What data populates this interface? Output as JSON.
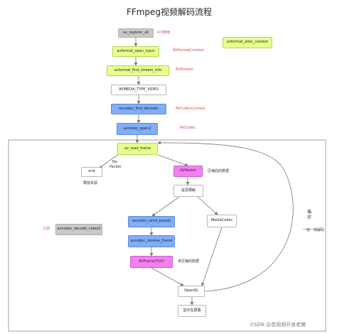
{
  "title": "FFmpeg视频解码流程",
  "nodes": {
    "register": "av_register_all",
    "alloc_context": "avformat_alloc_context",
    "open_input": "avformat_open_input",
    "find_stream_info": "avformat_find_stream_info",
    "media_type": "AVMEDIA_TYPE_VIDEO",
    "find_decoder": "avcodec_find_decoder",
    "open2": "avcodec_open2",
    "read_frame": "av_read_frame",
    "end": "end",
    "avpacket": "AVPacket",
    "hard_decode": "是否硬解",
    "decode_video2": "avcodec_decode_video2",
    "send_packet": "avcodec_send_packet",
    "receive_frame": "avcodec_receive_frame",
    "avframe": "AVFrame(YUV)",
    "mediacodec": "MediaCodec",
    "opengl": "OpenGL",
    "display": "显示在屏幕"
  },
  "annotations": {
    "deprecated": "4.0弃用",
    "avformatcontext": "AVFormatContext",
    "avstream": "AVStream",
    "avcodeccontext": "AVCodecContext",
    "avcodec": "AVCodec",
    "no_packet_line1": "No",
    "no_packet_line2": "Packet",
    "release": "释放资源",
    "compressed_data": "压缩后的数据",
    "previously": "之前",
    "uncompressed_data": "未压缩的数据",
    "loop_char_1": "循",
    "loop_char_2": "环",
    "per_frame_decode": "一帧一帧解码"
  },
  "watermark": "CSDN @音视频开发老舅",
  "colors": {
    "gray_box": "#c9c9c9",
    "lime_box": "#e7ff8c",
    "blue_box": "#80aef7",
    "pink_box": "#f47ff2",
    "annotation_red": "#dd4343",
    "arrow": "#777777"
  }
}
